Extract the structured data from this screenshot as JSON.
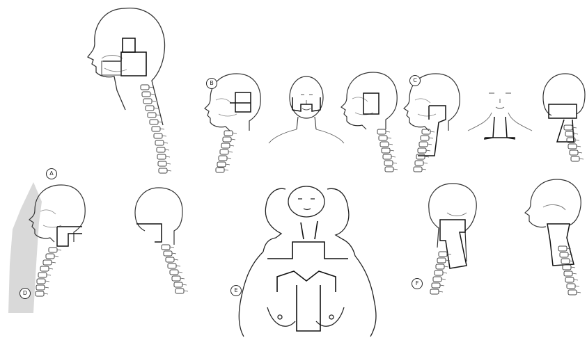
{
  "figure": {
    "labels": {
      "a": "A",
      "b": "B",
      "c": "C",
      "d": "D",
      "e": "E",
      "f": "F"
    }
  },
  "colors": {
    "ink": "#222222",
    "field": "#111111",
    "background": "#ffffff",
    "shadow": "#d9d9d9"
  }
}
